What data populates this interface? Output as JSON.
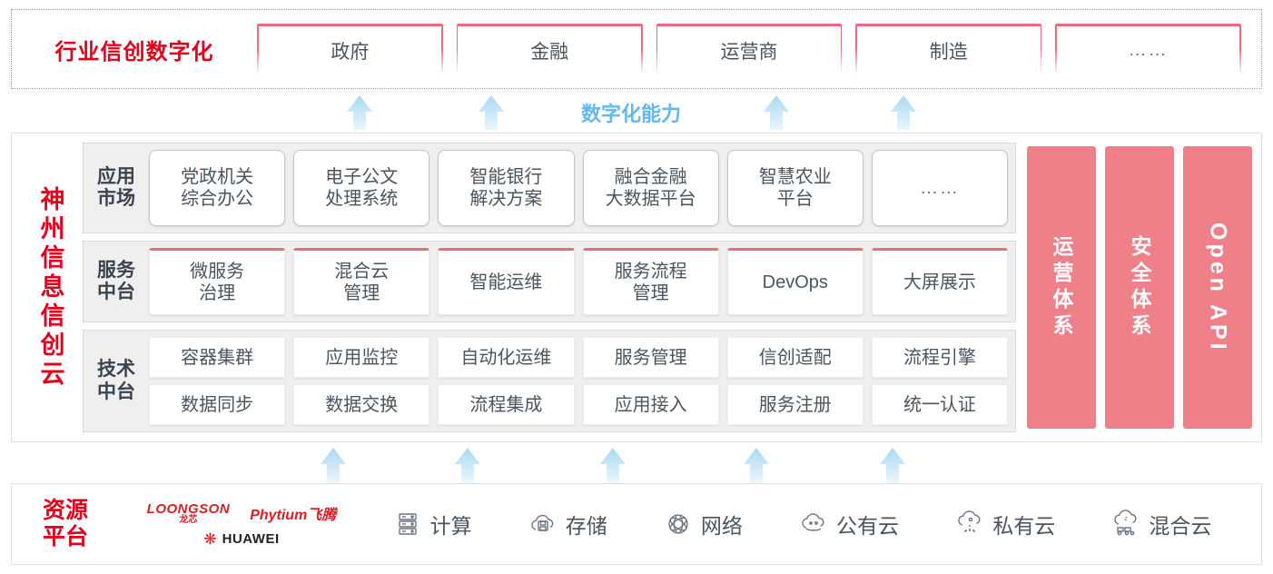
{
  "industry": {
    "title": "行业信创数字化",
    "cards": [
      {
        "label": "政府"
      },
      {
        "label": "金融"
      },
      {
        "label": "运营商"
      },
      {
        "label": "制造"
      },
      {
        "label": "……"
      }
    ]
  },
  "capability": {
    "label": "数字化能力",
    "arrow_icon": "up-arrow-icon",
    "arrow_color": "#bfe2f7",
    "arrow_count_top": 4,
    "arrow_count_bottom": 5
  },
  "cloud": {
    "title": "神州信息信创云",
    "layers": [
      {
        "key": "app-market",
        "label": "应用\n市场",
        "style": "rounded",
        "cells": [
          {
            "label": "党政机关\n综合办公"
          },
          {
            "label": "电子公文\n处理系统"
          },
          {
            "label": "智能银行\n解决方案"
          },
          {
            "label": "融合金融\n大数据平台"
          },
          {
            "label": "智慧农业\n平台"
          },
          {
            "label": "……"
          }
        ]
      },
      {
        "key": "service-platform",
        "label": "服务\n中台",
        "style": "topred",
        "cells": [
          {
            "label": "微服务\n治理"
          },
          {
            "label": "混合云\n管理"
          },
          {
            "label": "智能运维"
          },
          {
            "label": "服务流程\n管理"
          },
          {
            "label": "DevOps"
          },
          {
            "label": "大屏展示"
          }
        ]
      },
      {
        "key": "tech-platform",
        "label": "技术\n中台",
        "style": "plain",
        "rows": [
          [
            {
              "label": "容器集群"
            },
            {
              "label": "应用监控"
            },
            {
              "label": "自动化运维"
            },
            {
              "label": "服务管理"
            },
            {
              "label": "信创适配"
            },
            {
              "label": "流程引擎"
            }
          ],
          [
            {
              "label": "数据同步"
            },
            {
              "label": "数据交换"
            },
            {
              "label": "流程集成"
            },
            {
              "label": "应用接入"
            },
            {
              "label": "服务注册"
            },
            {
              "label": "统一认证"
            }
          ]
        ]
      }
    ],
    "side_bars": [
      {
        "label": "运营体系",
        "orientation": "vertical"
      },
      {
        "label": "安全体系",
        "orientation": "vertical"
      },
      {
        "label": "Open API",
        "orientation": "latin"
      }
    ],
    "side_bar_color": "#ef8089"
  },
  "resource": {
    "title": "资源\n平台",
    "vendors": [
      {
        "name": "LOONGSON",
        "sub": "龙芯"
      },
      {
        "name": "Phytium飞腾"
      },
      {
        "name": "HUAWEI"
      }
    ],
    "items": [
      {
        "label": "计算",
        "icon": "server-rack-icon"
      },
      {
        "label": "存储",
        "icon": "cloud-storage-icon"
      },
      {
        "label": "网络",
        "icon": "network-mesh-icon"
      },
      {
        "label": "公有云",
        "icon": "public-cloud-icon"
      },
      {
        "label": "私有云",
        "icon": "private-cloud-icon"
      },
      {
        "label": "混合云",
        "icon": "hybrid-cloud-icon"
      }
    ]
  },
  "colors": {
    "brand_red": "#e2001a",
    "card_accent": "#ef6a78",
    "pink_panel": "#ef8089",
    "arrow_blue": "#bfe2f7",
    "capability_text": "#62b8ef"
  }
}
